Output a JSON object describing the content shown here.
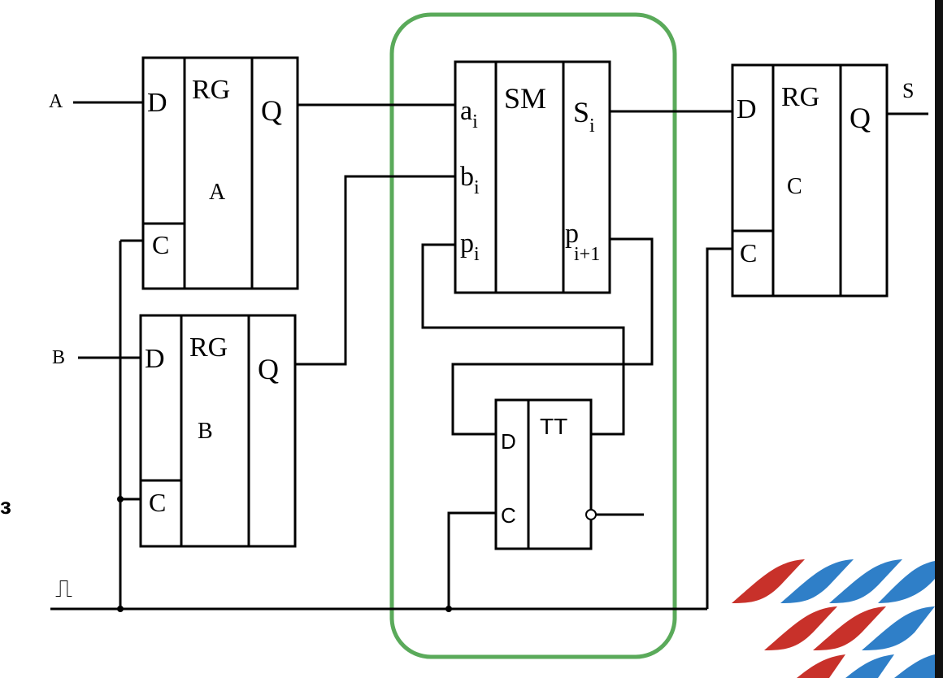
{
  "colors": {
    "ink": "#000000",
    "highlight_frame": "#5aaa5a",
    "logo_red": "#c8312a",
    "logo_blue": "#2f7fc8",
    "side_bar": "#111111"
  },
  "inputs": {
    "a": "A",
    "b": "B",
    "clock_symbol": "⎍",
    "cropped_edge_text": "з"
  },
  "output": {
    "s": "S"
  },
  "register_a": {
    "type": "RG",
    "name": "A",
    "d": "D",
    "c": "C",
    "q": "Q"
  },
  "register_b": {
    "type": "RG",
    "name": "B",
    "d": "D",
    "c": "C",
    "q": "Q"
  },
  "register_c": {
    "type": "RG",
    "name": "C",
    "d": "D",
    "c": "C",
    "q": "Q"
  },
  "adder": {
    "type": "SM",
    "in_a": "a",
    "in_a_sub": "i",
    "in_b": "b",
    "in_b_sub": "i",
    "in_p": "p",
    "in_p_sub": "i",
    "out_s": "S",
    "out_s_sub": "i",
    "out_p": "p",
    "out_p_sub": "i+1"
  },
  "trigger": {
    "type": "TT",
    "d": "D",
    "c": "C"
  },
  "logo": {
    "icon": "striped-wave-logo-icon"
  }
}
